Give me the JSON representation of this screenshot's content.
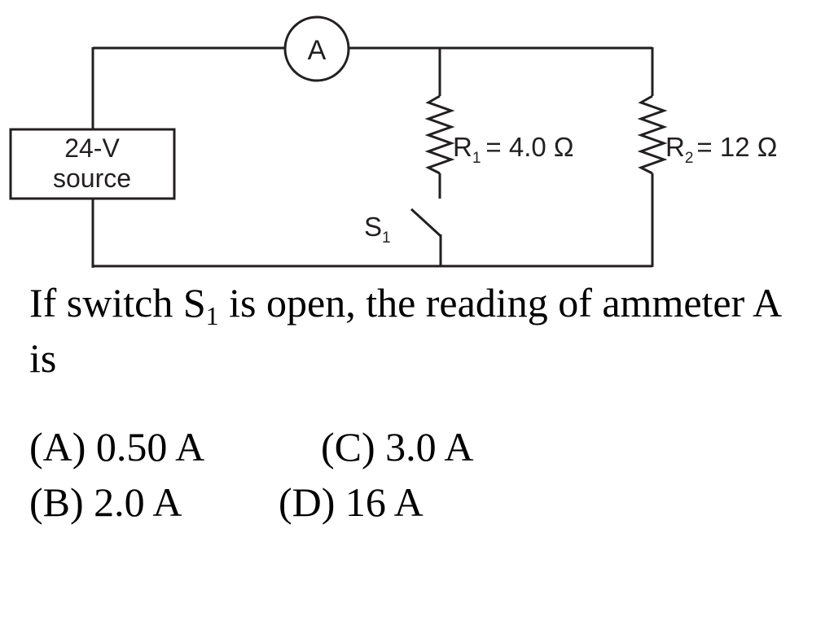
{
  "diagram": {
    "ammeter_label": "A",
    "source_label_line1": "24-V",
    "source_label_line2": "source",
    "r1_label": "R",
    "r1_sub": "1",
    "r1_value": "= 4.0 Ω",
    "r2_label": "R",
    "r2_sub": "2",
    "r2_value": "= 12 Ω",
    "switch_label": "S",
    "switch_sub": "1"
  },
  "question": {
    "text_before": "If switch S",
    "subscript": "1",
    "text_after": " is open, the reading of ammeter A is"
  },
  "choices": {
    "a": "(A) 0.50 A",
    "b": "(B) 2.0 A",
    "c": "(C) 3.0 A",
    "d": "(D) 16 A"
  }
}
